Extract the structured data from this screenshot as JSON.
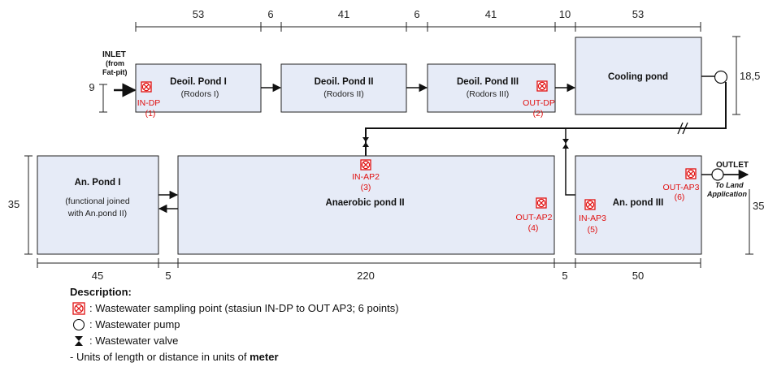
{
  "dimensions": {
    "top": [
      "53",
      "6",
      "41",
      "6",
      "41",
      "10",
      "53"
    ],
    "bottom": [
      "45",
      "5",
      "220",
      "5",
      "50"
    ],
    "left_top": "9",
    "right_top": "18,5",
    "left_bottom": "35",
    "right_bottom": "35"
  },
  "inlet": {
    "title": "INLET",
    "line1": "(from",
    "line2": "Fat-pit)"
  },
  "outlet": {
    "title": "OUTLET",
    "line1": "To Land",
    "line2": "Application"
  },
  "ponds": {
    "deoil1": {
      "name": "Deoil. Pond I",
      "sub": "(Rodors I)"
    },
    "deoil2": {
      "name": "Deoil. Pond II",
      "sub": "(Rodors II)"
    },
    "deoil3": {
      "name": "Deoil. Pond III",
      "sub": "(Rodors III)"
    },
    "cooling": {
      "name": "Cooling pond"
    },
    "an1": {
      "name": "An. Pond I",
      "sub1": "(functional joined",
      "sub2": "with An.pond II)"
    },
    "an2": {
      "name": "Anaerobic pond  II"
    },
    "an3": {
      "name": "An. pond III"
    }
  },
  "sampling_points": {
    "in_dp": {
      "label": "IN-DP",
      "num": "(1)"
    },
    "out_dp": {
      "label": "OUT-DP",
      "num": "(2)"
    },
    "in_ap2": {
      "label": "IN-AP2",
      "num": "(3)"
    },
    "out_ap2": {
      "label": "OUT-AP2",
      "num": "(4)"
    },
    "in_ap3": {
      "label": "IN-AP3",
      "num": "(5)"
    },
    "out_ap3": {
      "label": "OUT-AP3",
      "num": "(6)"
    }
  },
  "legend": {
    "title": "Description:",
    "sampling": ": Wastewater sampling point (stasiun IN-DP to OUT AP3; 6 points)",
    "pump": ": Wastewater pump",
    "valve": ": Wastewater valve",
    "units_prefix": "- Units of length or distance in units of ",
    "units_bold": "meter"
  },
  "colors": {
    "pond_fill": "#e6ebf7",
    "sampling_red": "#e01010",
    "line": "#111111"
  }
}
